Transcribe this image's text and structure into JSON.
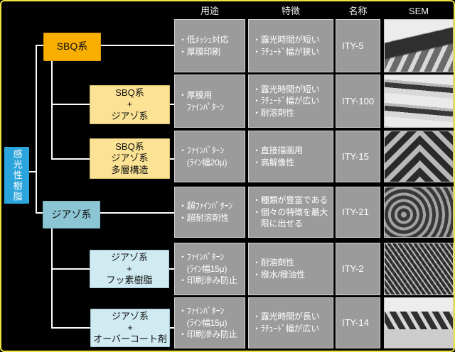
{
  "headers": {
    "use": "用途",
    "feature": "特徴",
    "name": "名称",
    "sem": "SEM"
  },
  "tree": {
    "root": "感光性樹脂"
  },
  "rows": [
    {
      "node": "SBQ系",
      "use": "・低ﾒｯｼｭ対応\n・厚膜印刷",
      "feature": "・露光時間が短い\n・ﾗﾁｭｰﾄﾞ幅が狭い",
      "name": "ITY-5",
      "sem": "sem-photo-screen-mesh-edge"
    },
    {
      "node": "SBQ系\n+\nジアゾ系",
      "use": "・厚膜用\n　ﾌｧｲﾝﾊﾟﾀｰﾝ",
      "feature": "・露光時間が短い\n・ﾗﾁｭｰﾄﾞ幅が広い\n・耐溶剤性",
      "name": "ITY-100",
      "sem": "sem-photo-thick-film-threads"
    },
    {
      "node": "SBQ系\nジアゾ系\n多層構造",
      "use": "・ﾌｧｲﾝﾊﾟﾀｰﾝ\n　(ﾗｲﾝ幅20μ)",
      "feature": "・直接描画用\n・高解像性",
      "name": "ITY-15",
      "sem": "sem-photo-chevron-pattern"
    },
    {
      "node": "ジアゾ系",
      "use": "・超ﾌｧｲﾝﾊﾟﾀｰﾝ\n・超耐溶剤性",
      "feature": "・種類が豊富である\n・個々の特徴を最大\n　限に出せる",
      "name": "ITY-21",
      "sem": "sem-photo-concentric-rings"
    },
    {
      "node": "ジアゾ系\n+\nフッ素樹脂",
      "use": "・ﾌｧｲﾝﾊﾟﾀｰﾝ\n　(ﾗｲﾝ幅15μ)\n・印刷滲み防止",
      "feature": "・耐溶剤性\n・撥水/撥油性",
      "name": "ITY-2",
      "sem": "sem-photo-fine-diagonal-mesh"
    },
    {
      "node": "ジアゾ系\n+\nオーバーコート剤",
      "use": "・ﾌｧｲﾝﾊﾟﾀｰﾝ\n　(ﾗｲﾝ幅15μ)\n・印刷滲み防止",
      "feature": "・露光時間が長い\n・ﾗﾁｭｰﾄﾞ幅が広い",
      "name": "ITY-14",
      "sem": "sem-photo-woven-mesh-coating"
    }
  ],
  "colors": {
    "background": "#000000",
    "frame": "#EDE23F",
    "root_node": "#2CA5DC",
    "sbq_node": "#F8AF00",
    "sbq_mix_node": "#FBE294",
    "diazo_node": "#8CC6D4",
    "diazo_mix_node": "#CFEAF1",
    "cell_gray": "#9B9B9B",
    "connector": "#FFFFFF"
  }
}
